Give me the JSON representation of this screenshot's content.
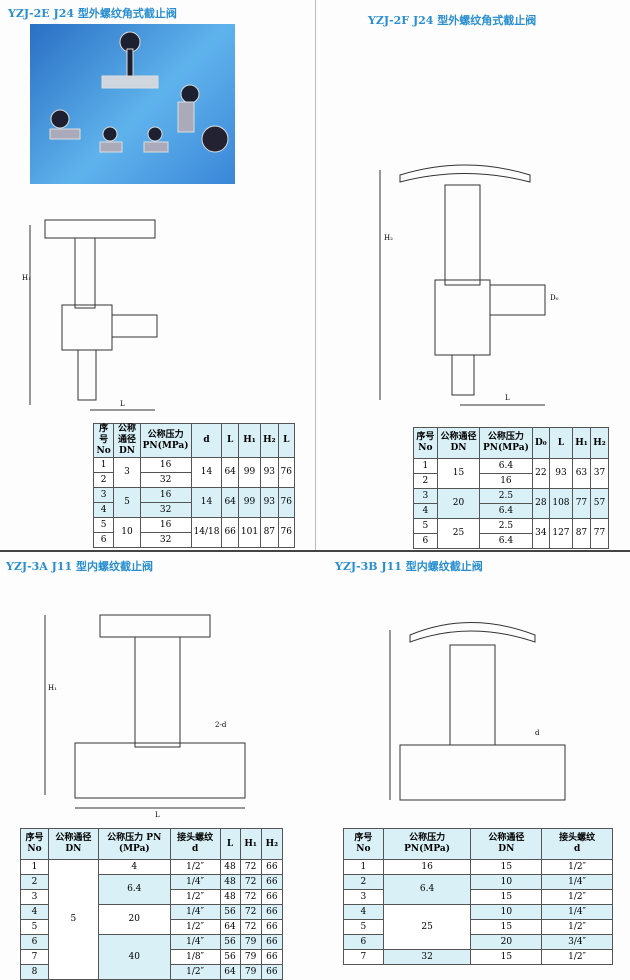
{
  "sections": {
    "tl": {
      "title": "YZJ-2E J24 型外螺纹角式截止阀",
      "headers": [
        "序号\nNo",
        "公称通径\nDN",
        "公称压力\nPN(MPa)",
        "d",
        "L",
        "H₁",
        "H₂",
        "L"
      ],
      "groups": [
        {
          "no": [
            "1",
            "2"
          ],
          "dn": "3",
          "pn": [
            "16",
            "32"
          ],
          "d": "14",
          "L": "64",
          "H1": "99",
          "H2": "93",
          "L2": "76"
        },
        {
          "no": [
            "3",
            "4"
          ],
          "dn": "5",
          "pn": [
            "16",
            "32"
          ],
          "d": "14",
          "L": "64",
          "H1": "99",
          "H2": "93",
          "L2": "76"
        },
        {
          "no": [
            "5",
            "6"
          ],
          "dn": "10",
          "pn": [
            "16",
            "32"
          ],
          "d": "14/18",
          "L": "66",
          "H1": "101",
          "H2": "87",
          "L2": "76"
        }
      ]
    },
    "tr": {
      "title": "YZJ-2F J24 型外螺纹角式截止阀",
      "headers": [
        "序号\nNo",
        "公称通径\nDN",
        "公称压力\nPN(MPa)",
        "D₀",
        "L",
        "H₁",
        "H₂"
      ],
      "groups": [
        {
          "no": [
            "1",
            "2"
          ],
          "dn": "15",
          "pn": [
            "6.4",
            "16"
          ],
          "D0": "22",
          "L": "93",
          "H1": "63",
          "H2": "37"
        },
        {
          "no": [
            "3",
            "4"
          ],
          "dn": "20",
          "pn": [
            "2.5",
            "6.4"
          ],
          "D0": "28",
          "L": "108",
          "H1": "77",
          "H2": "57"
        },
        {
          "no": [
            "5",
            "6"
          ],
          "dn": "25",
          "pn": [
            "2.5",
            "6.4"
          ],
          "D0": "34",
          "L": "127",
          "H1": "87",
          "H2": "77"
        }
      ]
    },
    "bl": {
      "title": "YZJ-3A J11 型内螺纹截止阀",
      "headers": [
        "序号\nNo",
        "公称通径\nDN",
        "公称压力 PN\n(MPa)",
        "接头螺纹\nd",
        "L",
        "H₁",
        "H₂"
      ],
      "dn": "5",
      "pn_groups": [
        {
          "pn": "4",
          "rows": 1
        },
        {
          "pn": "6.4",
          "rows": 2
        },
        {
          "pn": "20",
          "rows": 2
        },
        {
          "pn": "40",
          "rows": 3
        }
      ],
      "rows": [
        [
          "1",
          "1/2″",
          "48",
          "72",
          "66"
        ],
        [
          "2",
          "1/4″",
          "48",
          "72",
          "66"
        ],
        [
          "3",
          "1/2″",
          "48",
          "72",
          "66"
        ],
        [
          "4",
          "1/4″",
          "56",
          "72",
          "66"
        ],
        [
          "5",
          "1/2″",
          "64",
          "72",
          "66"
        ],
        [
          "6",
          "1/4″",
          "56",
          "79",
          "66"
        ],
        [
          "7",
          "1/8″",
          "56",
          "79",
          "66"
        ],
        [
          "8",
          "1/2″",
          "64",
          "79",
          "66"
        ]
      ]
    },
    "br": {
      "title": "YZJ-3B J11 型内螺纹截止阀",
      "headers": [
        "序号\nNo",
        "公称压力\nPN(MPa)",
        "公称通径\nDN",
        "接头螺纹\nd"
      ],
      "pn_groups": [
        {
          "pn": "16",
          "rows": 1
        },
        {
          "pn": "6.4",
          "rows": 2
        },
        {
          "pn": "25",
          "rows": 3
        },
        {
          "pn": "32",
          "rows": 1
        }
      ],
      "rows": [
        [
          "1",
          "15",
          "1/2″"
        ],
        [
          "2",
          "10",
          "1/4″"
        ],
        [
          "3",
          "15",
          "1/2″"
        ],
        [
          "4",
          "10",
          "1/4″"
        ],
        [
          "5",
          "15",
          "1/2″"
        ],
        [
          "6",
          "20",
          "3/4″"
        ],
        [
          "7",
          "15",
          "1/2″"
        ]
      ]
    }
  },
  "labels": {
    "L": "L",
    "H1": "H₁",
    "H2": "H₂",
    "D0": "D₀",
    "d": "d",
    "d2": "2-d"
  }
}
